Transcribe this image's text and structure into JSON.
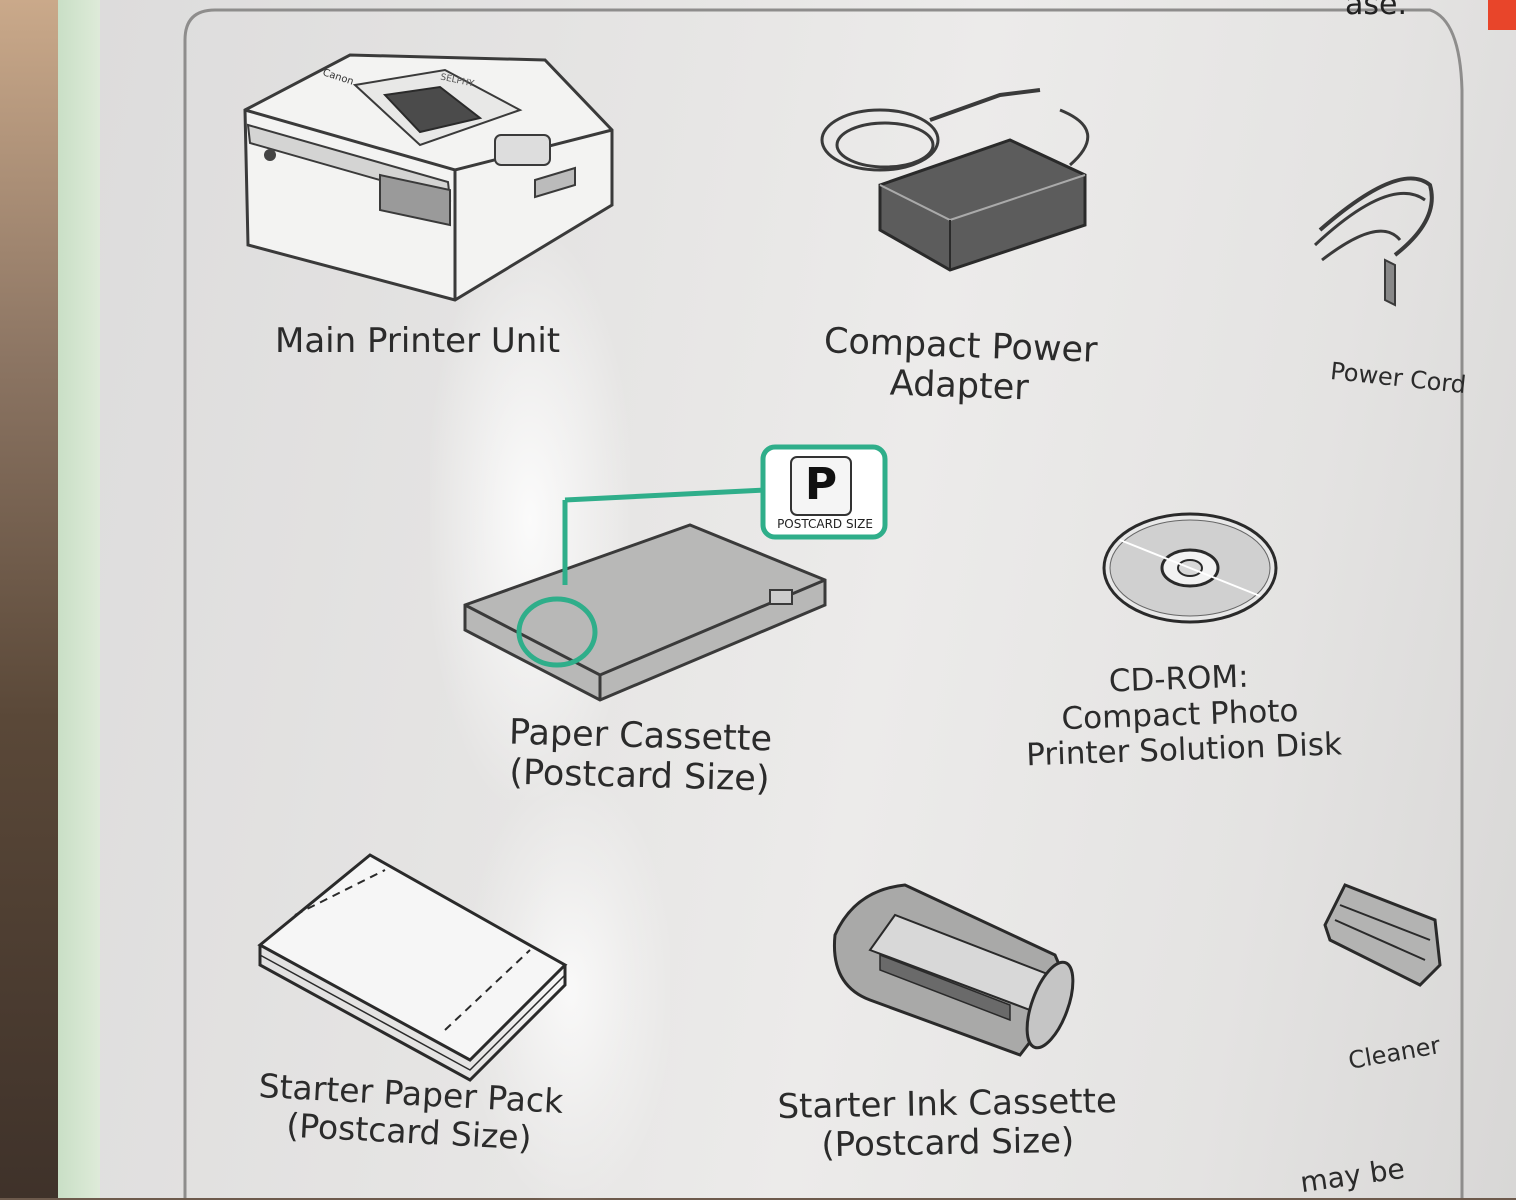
{
  "header_fragment": "ase.",
  "items": {
    "main_printer": {
      "label": "Main Printer Unit",
      "brand_text": "Canon",
      "model_text": "SELPHY"
    },
    "power_adapter": {
      "line1": "Compact Power",
      "line2": "Adapter"
    },
    "power_cord": {
      "label": "Power Cord"
    },
    "paper_cassette": {
      "line1": "Paper Cassette",
      "line2": "(Postcard Size)"
    },
    "cd_rom": {
      "line1": "CD-ROM:",
      "line2": "Compact Photo",
      "line3": "Printer Solution Disk"
    },
    "starter_paper": {
      "line1": "Starter Paper Pack",
      "line2": "(Postcard Size)"
    },
    "starter_ink": {
      "line1": "Starter Ink Cassette",
      "line2": "(Postcard Size)"
    },
    "cleaner": {
      "label": "Cleaner"
    }
  },
  "postcard_badge": {
    "letter": "P",
    "caption": "POSTCARD SIZE",
    "color": "#2fae8a"
  },
  "footer_fragment": "may be",
  "colors": {
    "accent": "#2fae8a",
    "tab": "#e8452a",
    "ink": "#2b2b2b"
  }
}
